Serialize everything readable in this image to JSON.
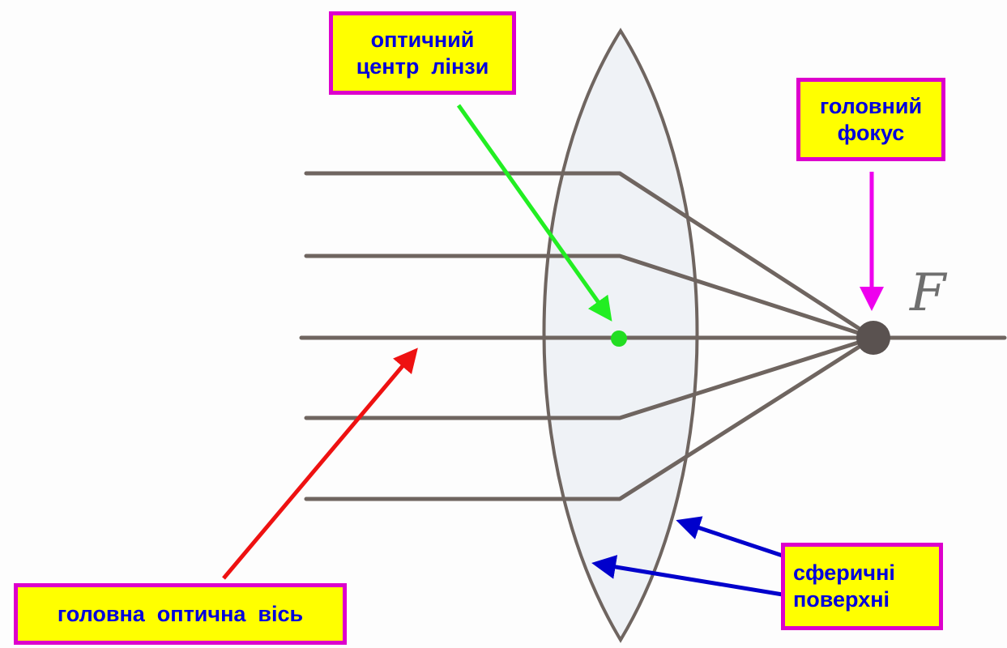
{
  "labels": {
    "optical_center": [
      "оптичний",
      "центр  лінзи"
    ],
    "main_focus": [
      "головний",
      "фокус"
    ],
    "spherical_surfaces": [
      "сферичні",
      "поверхні"
    ],
    "main_optical_axis": "головна  оптична  вісь"
  },
  "focus_letter": "F",
  "colors": {
    "label_background": "#ffff00",
    "label_border": "#dd00cc",
    "label_text": "#0000dd",
    "ray": "#6f6560",
    "lens_fill": "#e9edf3",
    "center_point": "#22dd22",
    "focus_point": "#5a5250",
    "arrow_center": "#22ee22",
    "arrow_focus": "#ee00ee",
    "arrow_axis": "#ee1111",
    "arrow_surface": "#0000cc"
  },
  "icons": {
    "arrow_center": "green-arrow-icon",
    "arrow_focus": "magenta-arrow-icon",
    "arrow_axis": "red-arrow-icon",
    "arrow_surface": "blue-arrow-icon"
  }
}
